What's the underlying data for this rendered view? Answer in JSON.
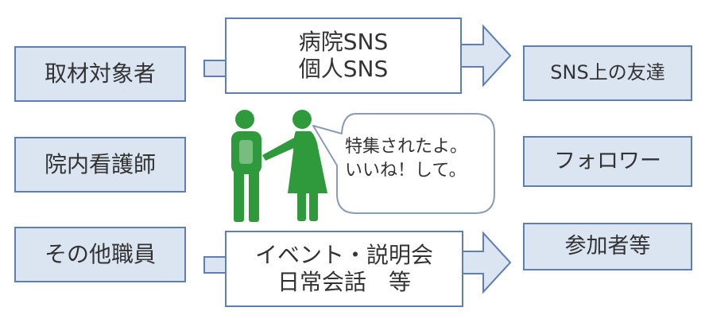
{
  "left_boxes": [
    "取材対象者",
    "院内看護師",
    "その他職員"
  ],
  "middle_top": [
    "病院SNS",
    "個人SNS"
  ],
  "middle_bottom": [
    "イベント・説明会",
    "日常会話　等"
  ],
  "right_boxes": [
    "SNS上の友達",
    "フォロワー",
    "参加者等"
  ],
  "speech_bubble": [
    "特集されたよ。",
    "いいね！して。"
  ],
  "icons": [
    "people-talking-icon",
    "speech-bubble-icon",
    "block-arrow-icon"
  ],
  "colors": {
    "box_fill": "#dbe5f2",
    "box_border": "#5f7fb4",
    "figure_green": "#2e9a3c",
    "bubble_border": "#8a9bb5"
  }
}
